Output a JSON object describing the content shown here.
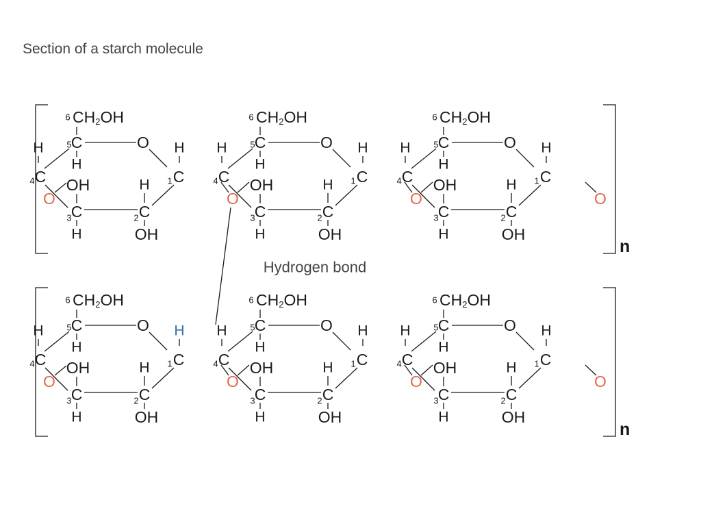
{
  "title": "Section of a starch molecule",
  "hbond_label": "Hydrogen bond",
  "repeat_label": "n",
  "colors": {
    "text": "#1a1a1a",
    "bridge_oxygen": "#e06a4a",
    "hbond_hydrogen": "#2f6fb3",
    "title": "#444444"
  },
  "atoms": {
    "carbon": "C",
    "oxygen": "O",
    "hydrogen": "H",
    "hydroxyl": "OH",
    "ch2oh_main": "CH",
    "ch2oh_sub": "2",
    "ch2oh_tail": "OH"
  },
  "locants": {
    "c1": "1",
    "c2": "2",
    "c3": "3",
    "c4": "4",
    "c5": "5",
    "c6": "6"
  },
  "chains": [
    {
      "name": "upper-chain",
      "rings": 3,
      "hbond_hydrogen": false
    },
    {
      "name": "lower-chain",
      "rings": 3,
      "hbond_hydrogen": true
    }
  ]
}
